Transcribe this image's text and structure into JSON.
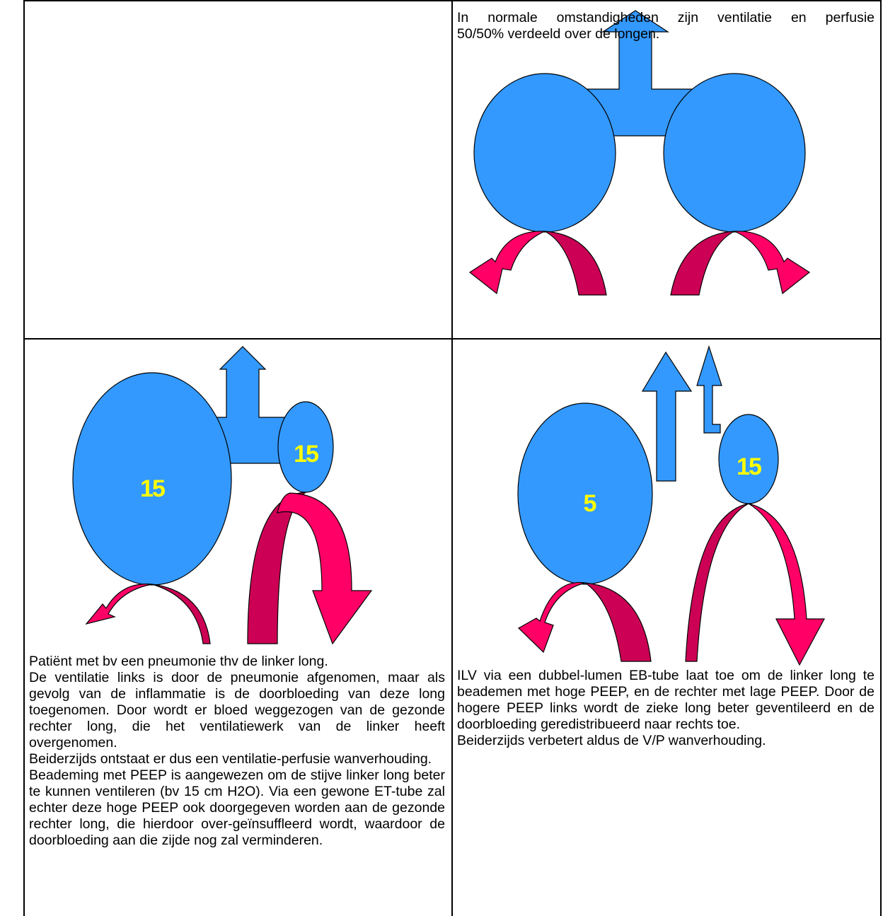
{
  "top_right": {
    "caption_line1": "In normale omstandigheden zijn ventilatie en perfusie",
    "caption_line2": "50/50% verdeeld over de longen."
  },
  "bottom_left": {
    "label_large": "15",
    "label_small": "15",
    "paragraphs": [
      "Patiënt met bv een pneumonie thv de linker long.",
      "De ventilatie links is door de pneumonie afgenomen, maar als gevolg van de inflammatie is de doorbloeding van deze long toegenomen. Door wordt er bloed weggezogen van de gezonde rechter long, die het ventilatiewerk van de linker heeft overgenomen.",
      "Beiderzijds ontstaat er dus een ventilatie-perfusie wanverhouding.",
      "Beademing met PEEP is aangewezen om de stijve linker long beter te kunnen ventileren (bv 15 cm H2O). Via een gewone ET-tube zal echter deze hoge PEEP ook doorgegeven worden aan de gezonde rechter long, die hierdoor over-geïnsuffleerd wordt, waardoor de doorbloeding aan die zijde nog zal verminderen."
    ]
  },
  "bottom_right": {
    "label_large": "5",
    "label_small": "15",
    "paragraphs": [
      "ILV via een dubbel-lumen EB-tube laat toe om de linker long te beademen met hoge PEEP, en de rechter met lage PEEP. Door de hogere PEEP links wordt de zieke long beter geventileerd en de doorbloeding geredistribueerd naar rechts toe.",
      "Beiderzijds verbetert aldus de V/P wanverhouding."
    ]
  },
  "colors": {
    "lung_blue": "#3399ff",
    "arrow_pink": "#ff0066",
    "arrow_dark": "#cc0055",
    "label_yellow": "#ffff00"
  }
}
